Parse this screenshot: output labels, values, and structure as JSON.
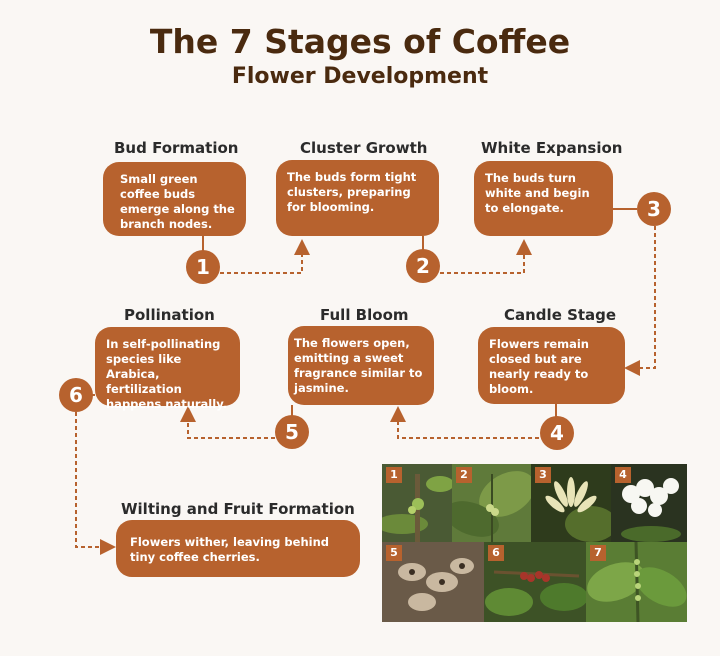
{
  "title": {
    "line1": "The 7 Stages of Coffee",
    "line2": "Flower Development"
  },
  "stages": [
    {
      "number": "1",
      "heading": "Bud Formation",
      "text": "Small green coffee buds emerge along the branch nodes."
    },
    {
      "number": "2",
      "heading": "Cluster Growth",
      "text": "The buds form tight clusters, preparing for blooming."
    },
    {
      "number": "3",
      "heading": "White Expansion",
      "text": "The buds turn white and begin to elongate."
    },
    {
      "number": "4",
      "heading": "Candle Stage",
      "text": "Flowers remain closed but are nearly ready to bloom."
    },
    {
      "number": "5",
      "heading": "Full Bloom",
      "text": "The flowers open, emitting a sweet fragrance similar to jasmine."
    },
    {
      "number": "6",
      "heading": "Pollination",
      "text": "In self-pollinating species like Arabica, fertilization happens naturally."
    },
    {
      "heading": "Wilting and Fruit Formation",
      "text": "Flowers wither, leaving behind tiny coffee cherries."
    }
  ],
  "photos": [
    {
      "label": "1",
      "icon": "green-bud-branch-photo"
    },
    {
      "label": "2",
      "icon": "bud-cluster-leaves-photo"
    },
    {
      "label": "3",
      "icon": "white-expanding-buds-photo"
    },
    {
      "label": "4",
      "icon": "white-flowers-photo"
    },
    {
      "label": "5",
      "icon": "wilting-flowers-photo"
    },
    {
      "label": "6",
      "icon": "cherries-photo"
    },
    {
      "label": "7",
      "icon": "fruiting-branch-photo"
    }
  ],
  "colors": {
    "accent": "#b7622e",
    "title": "#4a2a0f",
    "background": "#faf7f4"
  }
}
